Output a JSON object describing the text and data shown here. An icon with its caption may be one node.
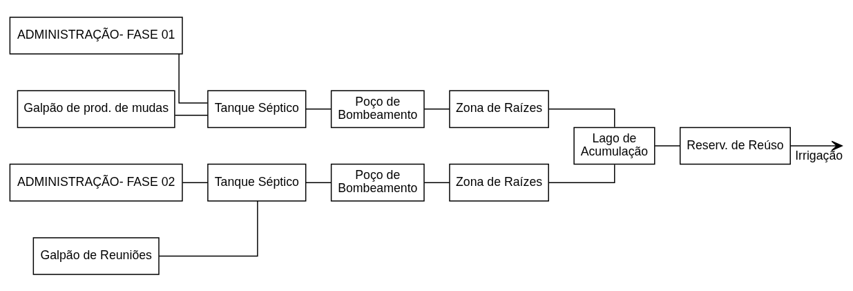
{
  "diagram": {
    "nodes": [
      {
        "text": [
          "ADMINISTRAÇÃO- FASE 01"
        ]
      },
      {
        "text": [
          "Galpão de prod. de mudas"
        ]
      },
      {
        "text": [
          "Tanque Séptico"
        ]
      },
      {
        "text": [
          "Poço de Bombeamento"
        ]
      },
      {
        "text": [
          "Zona de Raízes"
        ]
      },
      {
        "text": [
          "ADMINISTRAÇÃO- FASE 02"
        ]
      },
      {
        "text": [
          "Galpão de Reuniões"
        ]
      },
      {
        "text": [
          "Tanque Séptico"
        ]
      },
      {
        "text": [
          "Poço de Bombeamento"
        ]
      },
      {
        "text": [
          "Zona de Raízes"
        ]
      },
      {
        "text": [
          "Lago de Acumulação"
        ]
      },
      {
        "text": [
          "Reserv. de Reúso"
        ]
      }
    ],
    "edges": [
      {
        "from": 0,
        "to": 2,
        "arrow": "none"
      },
      {
        "from": 1,
        "to": 2,
        "arrow": "none"
      },
      {
        "from": 2,
        "to": 3,
        "arrow": "none"
      },
      {
        "from": 3,
        "to": 4,
        "arrow": "none"
      },
      {
        "from": 4,
        "to": 10,
        "arrow": "none"
      },
      {
        "from": 5,
        "to": 7,
        "arrow": "none"
      },
      {
        "from": 6,
        "to": 7,
        "arrow": "none"
      },
      {
        "from": 7,
        "to": 8,
        "arrow": "none"
      },
      {
        "from": 8,
        "to": 9,
        "arrow": "none"
      },
      {
        "from": 9,
        "to": 10,
        "arrow": "none"
      },
      {
        "from": 10,
        "to": 11,
        "arrow": "none"
      },
      {
        "from": 11,
        "to": null,
        "arrow": "to",
        "label": "Irrigação"
      }
    ]
  }
}
